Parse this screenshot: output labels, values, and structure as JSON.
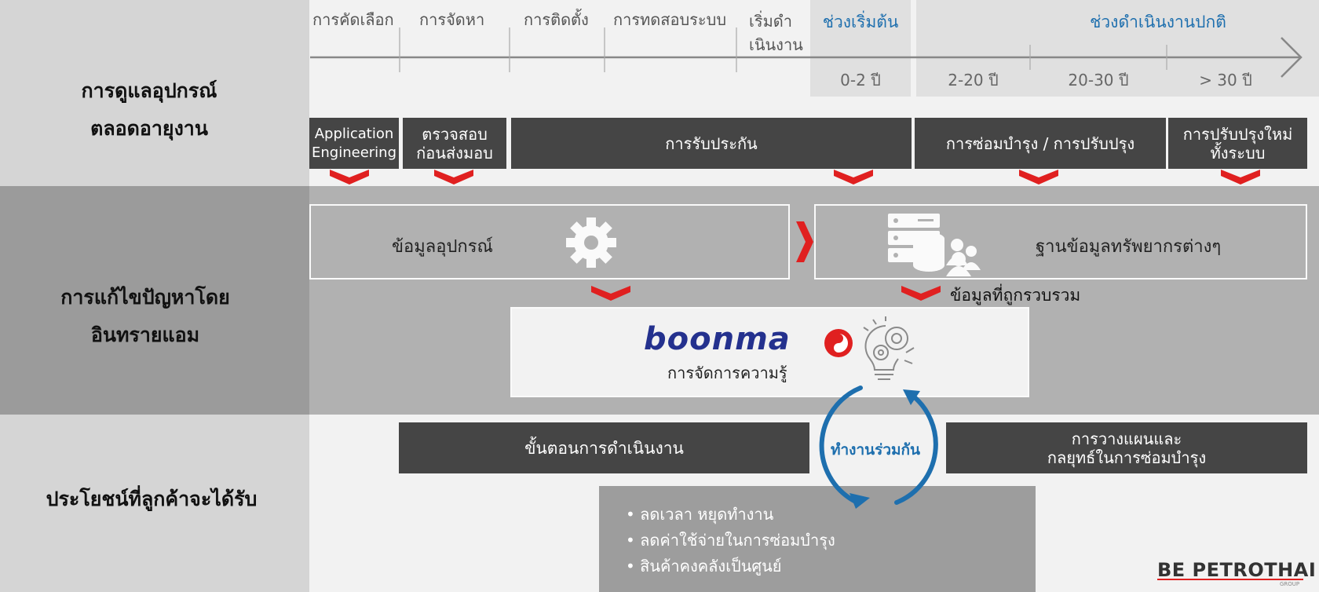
{
  "row_labels": {
    "lifecycle_line1": "การดูแลอุปกรณ์",
    "lifecycle_line2": "ตลอดอายุงาน",
    "solution_line1": "การแก้ไขปัญหาโดย",
    "solution_line2": "อินทรายแอม",
    "benefit": "ประโยชน์ที่ลูกค้าจะได้รับ"
  },
  "stages": [
    "การคัดเลือก",
    "การจัดหา",
    "การติดตั้ง",
    "การทดสอบระบบ",
    "เริ่มดำ",
    "เนินงาน"
  ],
  "phases": {
    "early": "ช่วงเริ่มต้น",
    "normal": "ช่วงดำเนินงานปกติ"
  },
  "years": [
    "0-2 ปี",
    "2-20 ปี",
    "20-30 ปี",
    "> 30 ปี"
  ],
  "services": {
    "app_eng_line1": "Application",
    "app_eng_line2": "Engineering",
    "inspect_line1": "ตรวจสอบ",
    "inspect_line2": "ก่อนส่งมอบ",
    "warranty": "การรับประกัน",
    "repair": "การซ่อมบำรุง / การปรับปรุง",
    "overhaul_line1": "การปรับปรุงใหม่",
    "overhaul_line2": "ทั้งระบบ"
  },
  "solution": {
    "equipment_data": "ข้อมูลอุปกรณ์",
    "resource_db": "ฐานข้อมูลทรัพยากรต่างๆ",
    "collected_data": "ข้อมูลที่ถูกรวบรวม",
    "brand": "boonma",
    "knowledge_mgmt": "การจัดการความรู้"
  },
  "benefits": {
    "procedure": "ขั้นตอนการดำเนินงาน",
    "collaborate": "ทำงานร่วมกัน",
    "planning_line1": "การวางแผนและ",
    "planning_line2": "กลยุทธ์ในการซ่อมบำรุง",
    "bullets": [
      "• ลดเวลา หยุดทำงาน",
      "• ลดค่าใช้จ่ายในการซ่อมบำรุง",
      "• สินค้าคงคลังเป็นศูนย์"
    ]
  },
  "logo": {
    "text": "BE PETROTHAI",
    "sub": "GROUP"
  },
  "colors": {
    "accent_blue": "#1e6fae",
    "chevron_red": "#e02020",
    "dark_box": "#454545",
    "brand_navy": "#24318e"
  }
}
